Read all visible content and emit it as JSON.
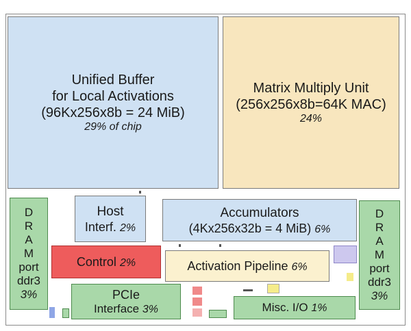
{
  "unified_buffer": {
    "line1": "Unified Buffer",
    "line2": "for Local Activations",
    "line3": "(96Kx256x8b = 24 MiB)",
    "pct": "29% of chip"
  },
  "matrix_unit": {
    "line1": "Matrix Multiply Unit",
    "line2": "(256x256x8b=64K MAC)",
    "pct": "24%"
  },
  "dram_left": {
    "letters": [
      "D",
      "R",
      "A",
      "M"
    ],
    "port": "port",
    "type": "ddr3",
    "pct": "3%"
  },
  "dram_right": {
    "letters": [
      "D",
      "R",
      "A",
      "M"
    ],
    "port": "port",
    "type": "ddr3",
    "pct": "3%"
  },
  "host": {
    "line1": "Host",
    "line2": "Interf.",
    "pct": "2%"
  },
  "accumulators": {
    "line1": "Accumulators",
    "line2": "(4Kx256x32b = 4 MiB)",
    "pct": "6%"
  },
  "control": {
    "label": "Control",
    "pct": "2%"
  },
  "activation": {
    "label": "Activation Pipeline",
    "pct": "6%"
  },
  "pcie": {
    "line1": "PCIe",
    "line2": "Interface",
    "pct": "3%"
  },
  "misc": {
    "label": "Misc. I/O",
    "pct": "1%"
  },
  "colors": {
    "blue": "#cfe1f3",
    "tan": "#f8e6be",
    "green": "#a9d8a9",
    "red": "#ee5c5c",
    "cream": "#fbf1cf"
  }
}
